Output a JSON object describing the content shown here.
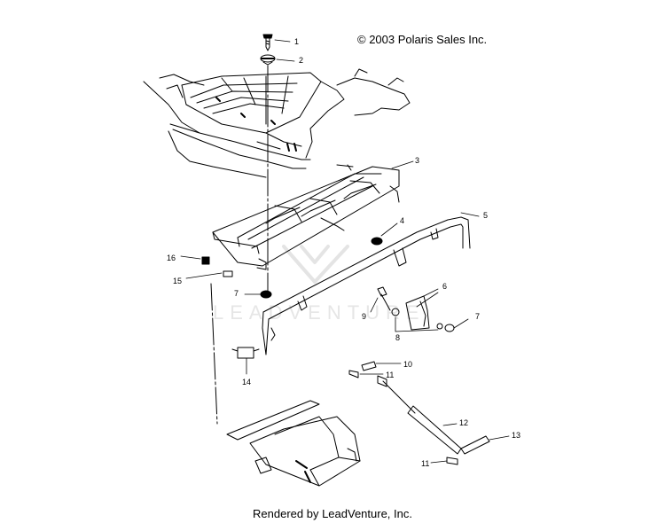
{
  "copyright": "© 2003 Polaris Sales Inc.",
  "footer": "Rendered by LeadVenture, Inc.",
  "watermark": "LEADVENTURE",
  "callouts": [
    "1",
    "2",
    "3",
    "4",
    "5",
    "16",
    "15",
    "7",
    "6",
    "9",
    "7",
    "8",
    "10",
    "11",
    "14",
    "12",
    "13",
    "11"
  ]
}
